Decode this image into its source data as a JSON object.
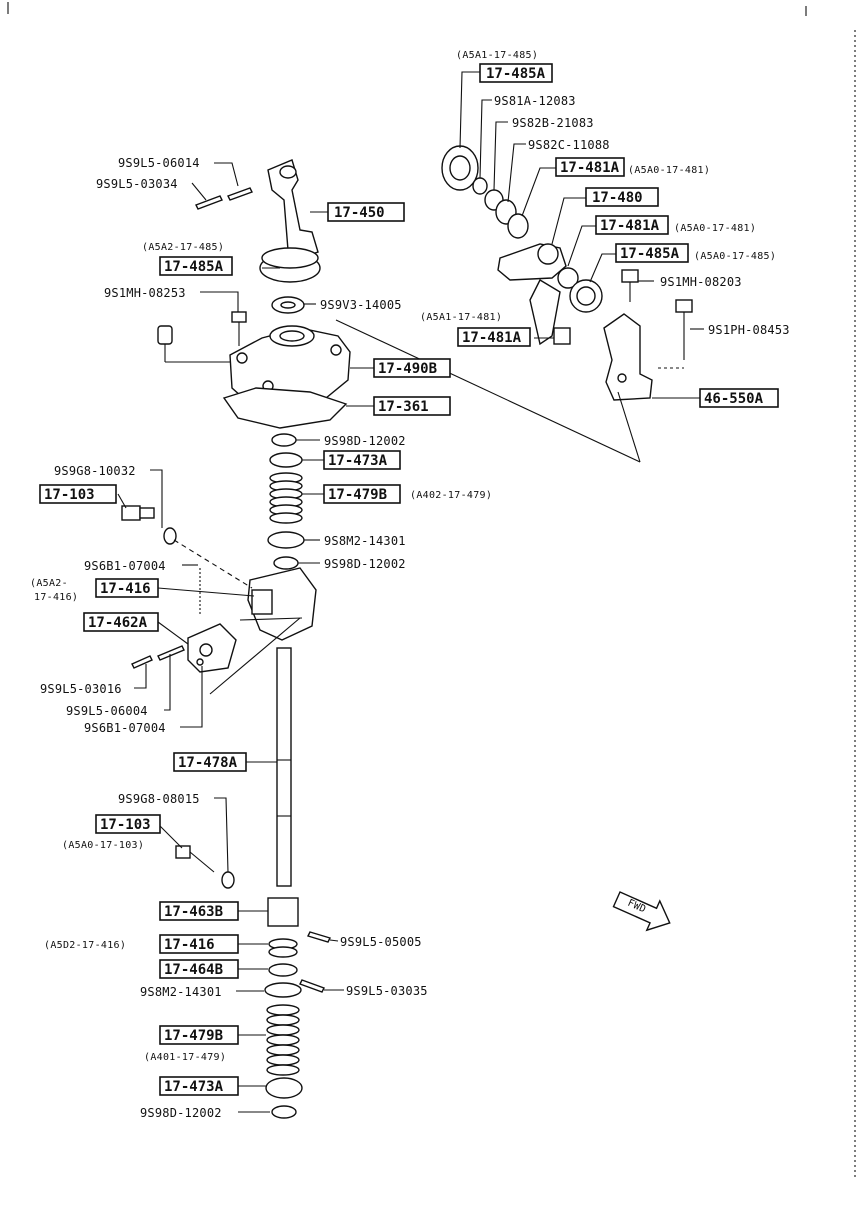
{
  "labels": {
    "L1": "(A5A1-17-485)",
    "L2": "17-485A",
    "L3": "9S81A-12083",
    "L4": "9S82B-21083",
    "L5": "9S82C-11088",
    "L6": "17-481A",
    "L7": "(A5A0-17-481)",
    "L8": "17-480",
    "L9": "17-481A",
    "L10": "(A5A0-17-481)",
    "L11": "17-485A",
    "L12": "(A5A0-17-485)",
    "L13": "9S1MH-08203",
    "L14": "9S1PH-08453",
    "L15": "(A5A1-17-481)",
    "L16": "17-481A",
    "L17": "46-550A",
    "L18": "9S9L5-06014",
    "L19": "9S9L5-03034",
    "L20": "17-450",
    "L21": "(A5A2-17-485)",
    "L22": "17-485A",
    "L23": "9S1MH-08253",
    "L24": "9S9V3-14005",
    "L25": "17-490B",
    "L26": "17-361",
    "L27": "9S98D-12002",
    "L28": "17-473A",
    "L29": "17-479B",
    "L30": "(A402-17-479)",
    "L31": "9S9G8-10032",
    "L32": "17-103",
    "L33": "9S8M2-14301",
    "L34": "9S98D-12002",
    "L35": "9S6B1-07004",
    "L36": "(A5A2-",
    "L37": "17-416)",
    "L38": "17-416",
    "L39": "17-462A",
    "L40": "9S9L5-03016",
    "L41": "9S9L5-06004",
    "L42": "9S6B1-07004",
    "L43": "17-478A",
    "L44": "9S9G8-08015",
    "L45": "17-103",
    "L46": "(A5A0-17-103)",
    "L47": "17-463B",
    "L48": "9S9L5-05005",
    "L49": "(A5D2-17-416)",
    "L50": "17-416",
    "L51": "17-464B",
    "L52": "9S8M2-14301",
    "L53": "9S9L5-03035",
    "L54": "17-479B",
    "L55": "(A401-17-479)",
    "L56": "17-473A",
    "L57": "9S98D-12002",
    "L58": "FWD"
  }
}
